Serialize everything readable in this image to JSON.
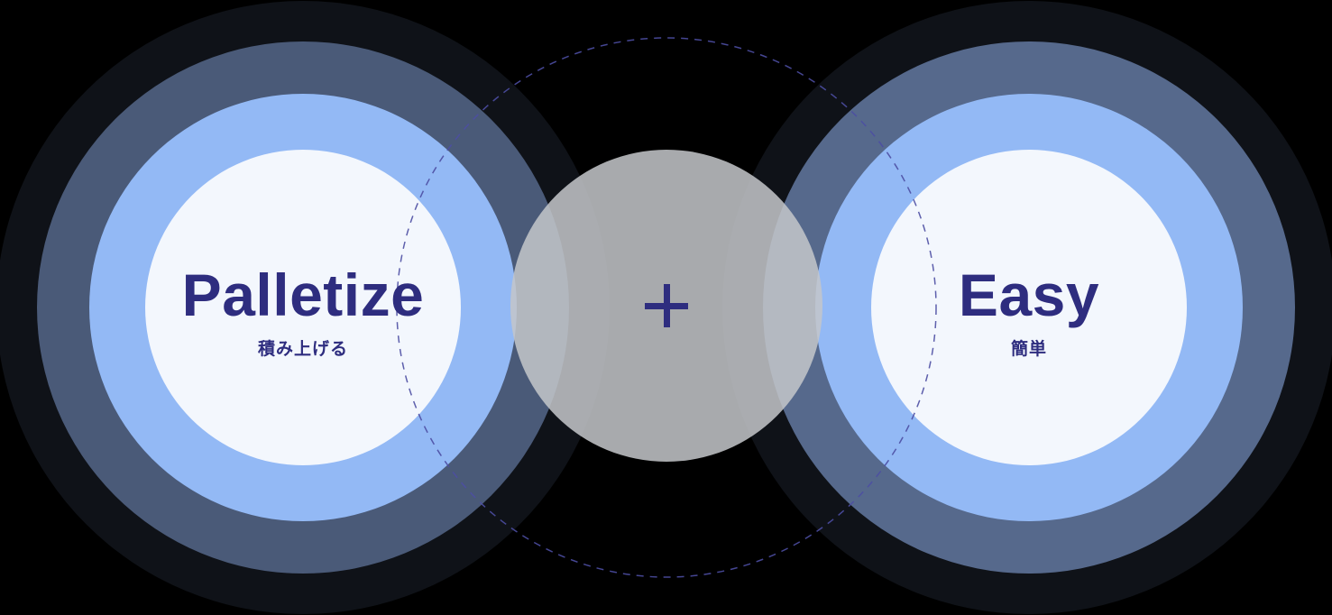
{
  "diagram": {
    "type": "concept-combination",
    "left_concept": {
      "title": "Palletize",
      "subtitle": "積み上げる"
    },
    "operator": {
      "symbol": "+",
      "icon": "plus-icon"
    },
    "right_concept": {
      "title": "Easy",
      "subtitle": "簡単"
    }
  },
  "colors": {
    "background": "#000000",
    "outer_ring": "#0f1218",
    "second_ring_left": "#4a5a78",
    "second_ring_right": "#56698c",
    "third_ring": "#93b9f5",
    "inner_disc": "#f3f7fd",
    "text": "#2e2d7f",
    "center_disc": "#c4c6ca",
    "dashed_ring": "#4c4ea3"
  }
}
